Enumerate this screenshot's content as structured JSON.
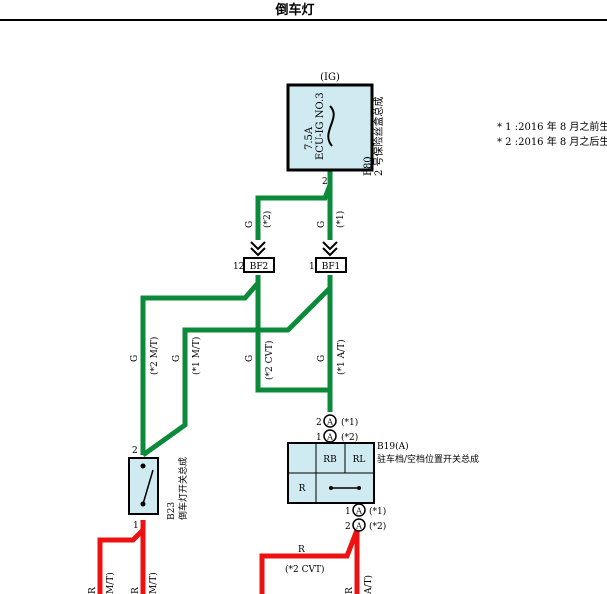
{
  "title": "倒车灯",
  "power_source": "(IG)",
  "fuse": {
    "rating": "7.5A",
    "name": "ECU-IG NO.3",
    "code": "F80",
    "assembly": "2 号保险丝盒总成",
    "pin": "2"
  },
  "notes": [
    "* 1 :2016 年 8 月之前生",
    "* 2 :2016 年 8 月之后生"
  ],
  "connectors": {
    "bf2": {
      "label": "BF2",
      "pin": "12"
    },
    "bf1": {
      "label": "BF1",
      "pin": "1"
    }
  },
  "wire_labels": {
    "g": "G",
    "r": "R",
    "note2": "(*2)",
    "note1": "(*1)",
    "note2_mt": "(*2 M/T)",
    "note1_mt": "(*1 M/T)",
    "note2_cvt": "(*2 CVT)",
    "note1_at": "(*1 A/T)",
    "mt": "M/T)",
    "at": "A/T)"
  },
  "pins": {
    "p2": "2",
    "p1": "1",
    "connector_a": "A",
    "star1": "(*1)",
    "star2": "(*2)"
  },
  "switch_b19": {
    "code": "B19(A)",
    "name": "驻车档/空档位置开关总成",
    "rb": "RB",
    "rl": "RL",
    "r": "R"
  },
  "switch_b23": {
    "code": "B23",
    "name": "倒车灯开关总成"
  },
  "colors": {
    "green_wire": "#0b8a3a",
    "red_wire": "#ee1111",
    "box_fill": "#cfeaf0"
  }
}
